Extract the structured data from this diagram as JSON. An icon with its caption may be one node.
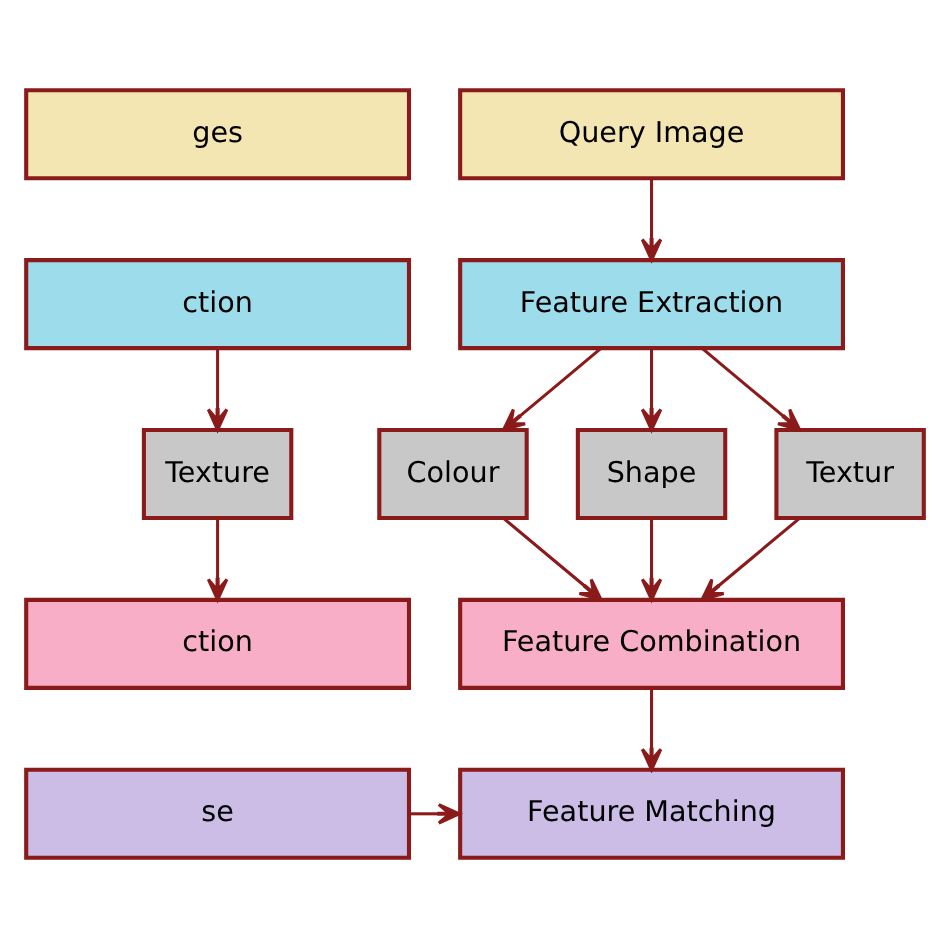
{
  "diagram": {
    "nodes": [
      {
        "text": [
          "ges"
        ]
      },
      {
        "text": [
          "ction"
        ]
      },
      {
        "text": [
          "Texture"
        ]
      },
      {
        "text": [
          "ction"
        ]
      },
      {
        "text": [
          "se"
        ]
      },
      {
        "text": [
          "Query Image"
        ]
      },
      {
        "text": [
          "Feature Extraction"
        ]
      },
      {
        "text": [
          "Colour"
        ]
      },
      {
        "text": [
          "Shape"
        ]
      },
      {
        "text": [
          "Textur"
        ]
      },
      {
        "text": [
          "Feature Combination"
        ]
      },
      {
        "text": [
          "Feature Matching"
        ]
      }
    ],
    "edges": [
      {
        "from": 1,
        "to": 2,
        "arrow": "to"
      },
      {
        "from": 2,
        "to": 3,
        "arrow": "to"
      },
      {
        "from": 5,
        "to": 6,
        "arrow": "to"
      },
      {
        "from": 6,
        "to": 7,
        "arrow": "to"
      },
      {
        "from": 6,
        "to": 8,
        "arrow": "to"
      },
      {
        "from": 6,
        "to": 9,
        "arrow": "to"
      },
      {
        "from": 7,
        "to": 10,
        "arrow": "to"
      },
      {
        "from": 8,
        "to": 10,
        "arrow": "to"
      },
      {
        "from": 9,
        "to": 10,
        "arrow": "to"
      },
      {
        "from": 10,
        "to": 11,
        "arrow": "to"
      },
      {
        "from": 4,
        "to": 11,
        "arrow": "to"
      }
    ]
  }
}
